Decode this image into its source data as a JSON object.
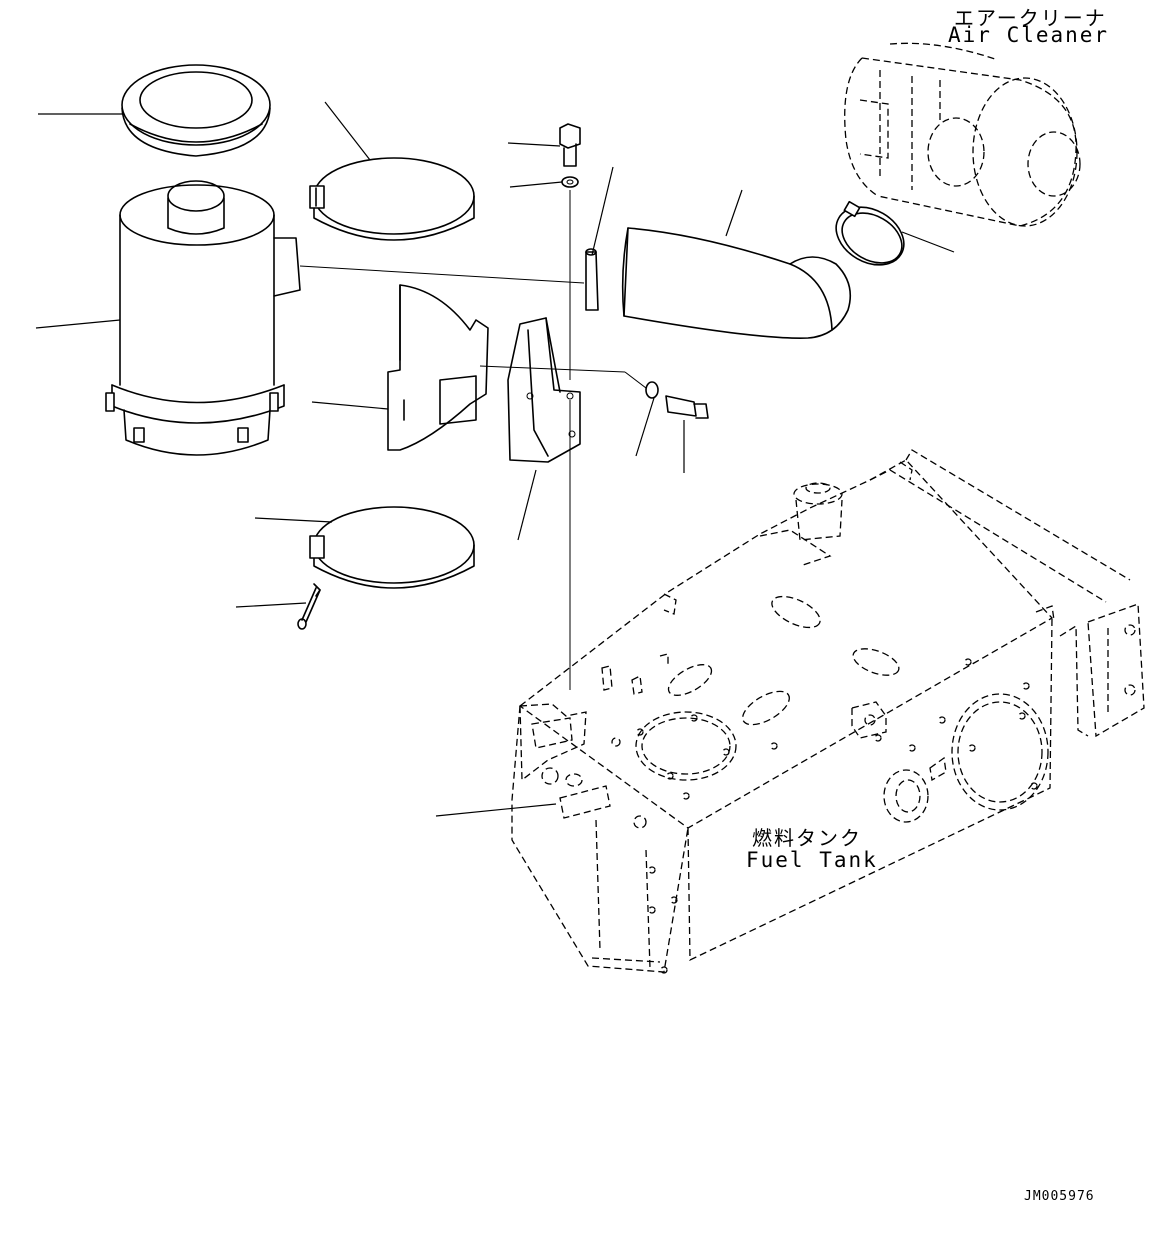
{
  "labels": {
    "air_cleaner_ja": "エアークリーナ",
    "air_cleaner_en": "Air Cleaner",
    "fuel_tank_ja": "燃料タンク",
    "fuel_tank_en": "Fuel Tank",
    "drawing_code": "JM005976"
  },
  "colors": {
    "line": "#000000",
    "background": "#ffffff"
  }
}
